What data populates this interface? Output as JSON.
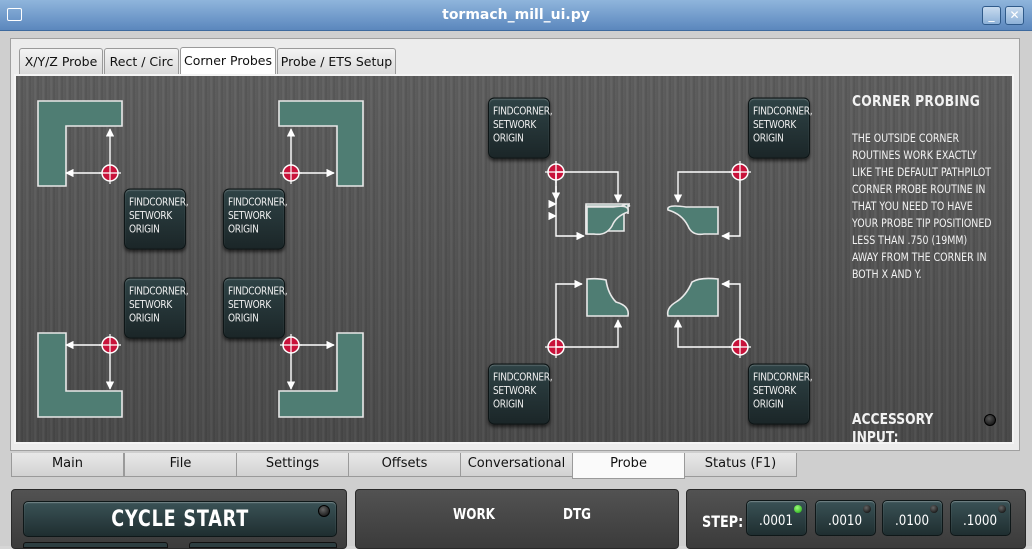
{
  "window": {
    "title": "tormach_mill_ui.py"
  },
  "probe_tabs": [
    {
      "label": "X/Y/Z Probe",
      "active": false
    },
    {
      "label": "Rect / Circ",
      "active": false
    },
    {
      "label": "Corner Probes",
      "active": true
    },
    {
      "label": "Probe / ETS Setup",
      "active": false
    }
  ],
  "findcorner_label": "FINDCORNER,\nSETWORK\nORIGIN",
  "side": {
    "title": "CORNER PROBING",
    "description": "THE OUTSIDE CORNER ROUTINES WORK EXACTLY LIKE THE DEFAULT PATHPILOT CORNER PROBE ROUTINE IN THAT YOU NEED TO HAVE YOUR PROBE TIP POSITIONED LESS THAN .750 (19MM) AWAY FROM THE CORNER IN BOTH X AND Y.",
    "accessory_input_label": "ACCESSORY INPUT:"
  },
  "main_tabs": [
    {
      "label": "Main",
      "active": false
    },
    {
      "label": "File",
      "active": false
    },
    {
      "label": "Settings",
      "active": false
    },
    {
      "label": "Offsets",
      "active": false
    },
    {
      "label": "Conversational",
      "active": false
    },
    {
      "label": "Probe",
      "active": true
    },
    {
      "label": "Status (F1)",
      "active": false
    }
  ],
  "bottom": {
    "cycle_start_label": "CYCLE START",
    "work_label": "WORK",
    "dtg_label": "DTG",
    "step_label": "STEP:",
    "steps": [
      {
        "value": ".0001",
        "selected": true
      },
      {
        "value": ".0010",
        "selected": false
      },
      {
        "value": ".0100",
        "selected": false
      },
      {
        "value": ".1000",
        "selected": false
      }
    ]
  },
  "colors": {
    "part_fill": "#4f7d73",
    "probe_red": "#c8123a",
    "accent_led": "#3ccc22"
  }
}
